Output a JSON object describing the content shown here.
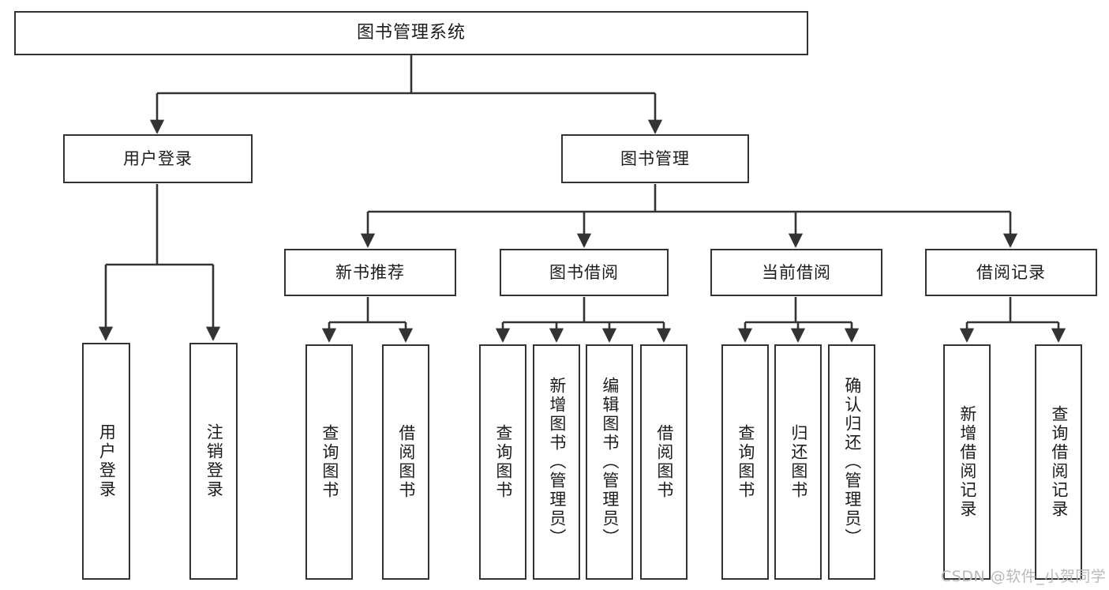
{
  "diagram": {
    "title": "图书管理系统",
    "type": "tree",
    "nodes": {
      "root": {
        "label": "图书管理系统"
      },
      "level1": [
        {
          "id": "user-login",
          "label": "用户登录"
        },
        {
          "id": "book-manage",
          "label": "图书管理"
        }
      ],
      "level2": [
        {
          "id": "new-book-rec",
          "label": "新书推荐",
          "parent": "book-manage"
        },
        {
          "id": "book-borrow",
          "label": "图书借阅",
          "parent": "book-manage"
        },
        {
          "id": "current-borrow",
          "label": "当前借阅",
          "parent": "book-manage"
        },
        {
          "id": "borrow-record",
          "label": "借阅记录",
          "parent": "book-manage"
        }
      ],
      "leaves": [
        {
          "id": "leaf-user-login",
          "label": "用户登录",
          "parent": "user-login"
        },
        {
          "id": "leaf-user-logout",
          "label": "注销登录",
          "parent": "user-login"
        },
        {
          "id": "leaf-query-book-1",
          "label": "查询图书",
          "parent": "new-book-rec"
        },
        {
          "id": "leaf-borrow-book-1",
          "label": "借阅图书",
          "parent": "new-book-rec"
        },
        {
          "id": "leaf-query-book-2",
          "label": "查询图书",
          "parent": "book-borrow"
        },
        {
          "id": "leaf-add-book",
          "label": "新增图书（管理员）",
          "parent": "book-borrow"
        },
        {
          "id": "leaf-edit-book",
          "label": "编辑图书（管理员）",
          "parent": "book-borrow"
        },
        {
          "id": "leaf-borrow-book-2",
          "label": "借阅图书",
          "parent": "book-borrow"
        },
        {
          "id": "leaf-query-book-3",
          "label": "查询图书",
          "parent": "current-borrow"
        },
        {
          "id": "leaf-return-book",
          "label": "归还图书",
          "parent": "current-borrow"
        },
        {
          "id": "leaf-confirm-return",
          "label": "确认归还（管理员）",
          "parent": "current-borrow"
        },
        {
          "id": "leaf-add-record",
          "label": "新增借阅记录",
          "parent": "borrow-record"
        },
        {
          "id": "leaf-query-record",
          "label": "查询借阅记录",
          "parent": "borrow-record"
        }
      ]
    },
    "colors": {
      "stroke": "#333333",
      "fill": "#ffffff",
      "text": "#1c1c1c",
      "watermark": "#b9b9b9"
    }
  },
  "watermark": {
    "text": "CSDN @软件_小贺同学"
  }
}
